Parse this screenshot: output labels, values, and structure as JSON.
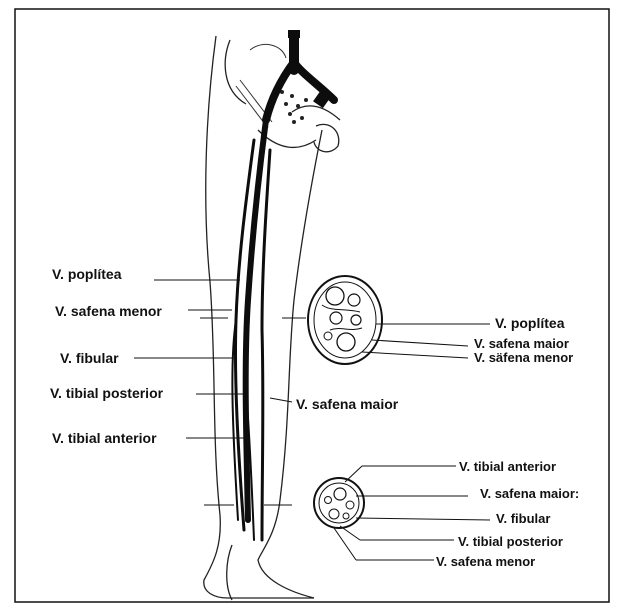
{
  "leg_labels": {
    "poplitea": "V. poplítea",
    "safena_menor": "V. safena menor",
    "fibular": "V. fibular",
    "tibial_posterior": "V. tibial posterior",
    "safena_maior": "V. safena maior",
    "tibial_anterior": "V. tibial anterior"
  },
  "thigh_section_labels": {
    "poplitea": "V. poplítea",
    "safena_maior": "V. safena maior",
    "safena_menor": "V. säfena menor"
  },
  "calf_section_labels": {
    "tibial_anterior": "V. tibial anterior",
    "safena_maior": "V. safena maior:",
    "fibular": "V. fibular",
    "tibial_posterior": "V. tibial posterior",
    "safena_menor": "V. safena menor"
  },
  "colors": {
    "ink": "#111111",
    "paper": "#ffffff"
  }
}
